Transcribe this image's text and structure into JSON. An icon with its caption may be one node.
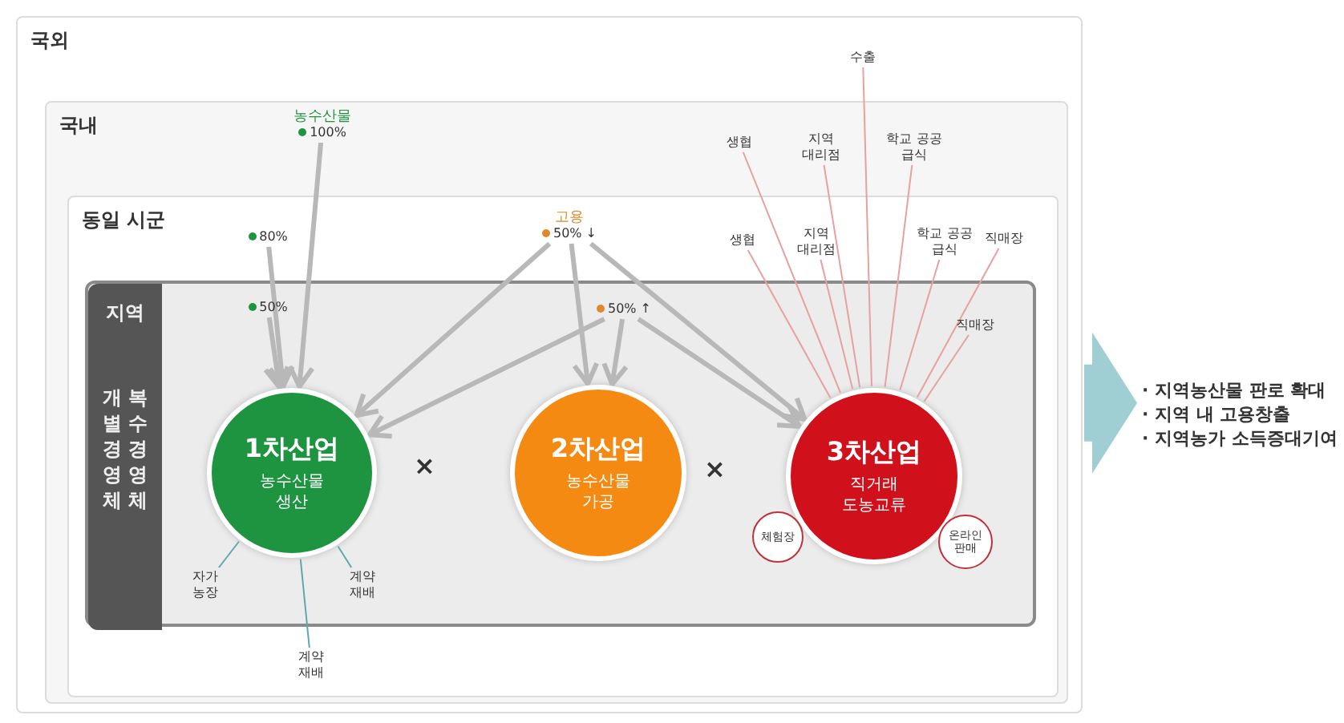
{
  "diagram": {
    "nodes": [
      {
        "text": [
          "국외"
        ]
      },
      {
        "text": [
          "국내"
        ],
        "in": 0
      },
      {
        "text": [
          "동일 시군"
        ],
        "in": 1
      },
      {
        "text": [],
        "shape": "box",
        "in": 2
      },
      {
        "text": [
          "지역",
          "개별경영체",
          "복수경영체"
        ],
        "in": 3
      },
      {
        "text": [
          "1차산업",
          "농수산물 생산"
        ],
        "in": 3
      },
      {
        "text": [
          "2차산업",
          "농수산물 가공"
        ],
        "in": 3
      },
      {
        "text": [
          "3차산업",
          "직거래 도농교류"
        ],
        "in": 3
      },
      {
        "text": [
          "체험장"
        ],
        "in": 3
      },
      {
        "text": [
          "온라인 판매"
        ],
        "in": 3
      },
      {
        "text": [
          "농수산물",
          "100%"
        ],
        "in": 1
      },
      {
        "text": [
          "80%"
        ],
        "in": 2
      },
      {
        "text": [
          "50%"
        ],
        "in": 3
      },
      {
        "text": [
          "고용",
          "50% ↓"
        ],
        "in": 2
      },
      {
        "text": [
          "50% ↑"
        ],
        "in": 3
      },
      {
        "text": [
          "수출"
        ],
        "in": 0
      },
      {
        "text": [
          "생협"
        ],
        "in": 1
      },
      {
        "text": [
          "지역 대리점"
        ],
        "in": 1
      },
      {
        "text": [
          "학교 공공 급식"
        ],
        "in": 1
      },
      {
        "text": [
          "생협"
        ],
        "in": 2
      },
      {
        "text": [
          "지역 대리점"
        ],
        "in": 2
      },
      {
        "text": [
          "학교 공공 급식"
        ],
        "in": 2
      },
      {
        "text": [
          "직매장"
        ],
        "in": 2
      },
      {
        "text": [
          "직매장"
        ],
        "in": 3
      },
      {
        "text": [
          "자가 농장"
        ],
        "in": 3
      },
      {
        "text": [
          "계약 재배"
        ],
        "in": 3
      },
      {
        "text": [
          "계약 재배"
        ],
        "in": 2
      },
      {
        "text": [
          "· 지역농산물 판로 확대",
          "· 지역 내 고용창출",
          "· 지역농가 소득증대기여"
        ]
      }
    ],
    "edges": [
      {
        "from": 10,
        "to": 5,
        "arrow": "to",
        "style": "thick"
      },
      {
        "from": 11,
        "to": 5,
        "arrow": "to",
        "style": "thick"
      },
      {
        "from": 12,
        "to": 5,
        "arrow": "to",
        "style": "thick"
      },
      {
        "from": 13,
        "to": 5,
        "arrow": "to",
        "style": "thick"
      },
      {
        "from": 13,
        "to": 6,
        "arrow": "to",
        "style": "thick"
      },
      {
        "from": 13,
        "to": 7,
        "arrow": "to",
        "style": "thick"
      },
      {
        "from": 14,
        "to": 5,
        "arrow": "to",
        "style": "thick"
      },
      {
        "from": 14,
        "to": 6,
        "arrow": "to",
        "style": "thick"
      },
      {
        "from": 14,
        "to": 7,
        "arrow": "to",
        "style": "thick"
      },
      {
        "from": 15,
        "to": 7,
        "arrow": "none",
        "color": "#e8a0a0"
      },
      {
        "from": 16,
        "to": 7,
        "arrow": "none",
        "color": "#e8a0a0"
      },
      {
        "from": 17,
        "to": 7,
        "arrow": "none",
        "color": "#e8a0a0"
      },
      {
        "from": 18,
        "to": 7,
        "arrow": "none",
        "color": "#e8a0a0"
      },
      {
        "from": 19,
        "to": 7,
        "arrow": "none",
        "color": "#e8a0a0"
      },
      {
        "from": 20,
        "to": 7,
        "arrow": "none",
        "color": "#e8a0a0"
      },
      {
        "from": 21,
        "to": 7,
        "arrow": "none",
        "color": "#e8a0a0"
      },
      {
        "from": 22,
        "to": 7,
        "arrow": "none",
        "color": "#e8a0a0"
      },
      {
        "from": 23,
        "to": 7,
        "arrow": "none",
        "color": "#e8a0a0"
      },
      {
        "from": 5,
        "to": 24,
        "arrow": "none",
        "color": "#5fa8a8"
      },
      {
        "from": 5,
        "to": 25,
        "arrow": "none",
        "color": "#5fa8a8"
      },
      {
        "from": 5,
        "to": 26,
        "arrow": "none",
        "color": "#5fa8a8"
      },
      {
        "from": 0,
        "to": 27,
        "arrow": "to",
        "style": "thick",
        "color": "#9fcfd2"
      }
    ],
    "labels": [
      "×",
      "×"
    ]
  }
}
